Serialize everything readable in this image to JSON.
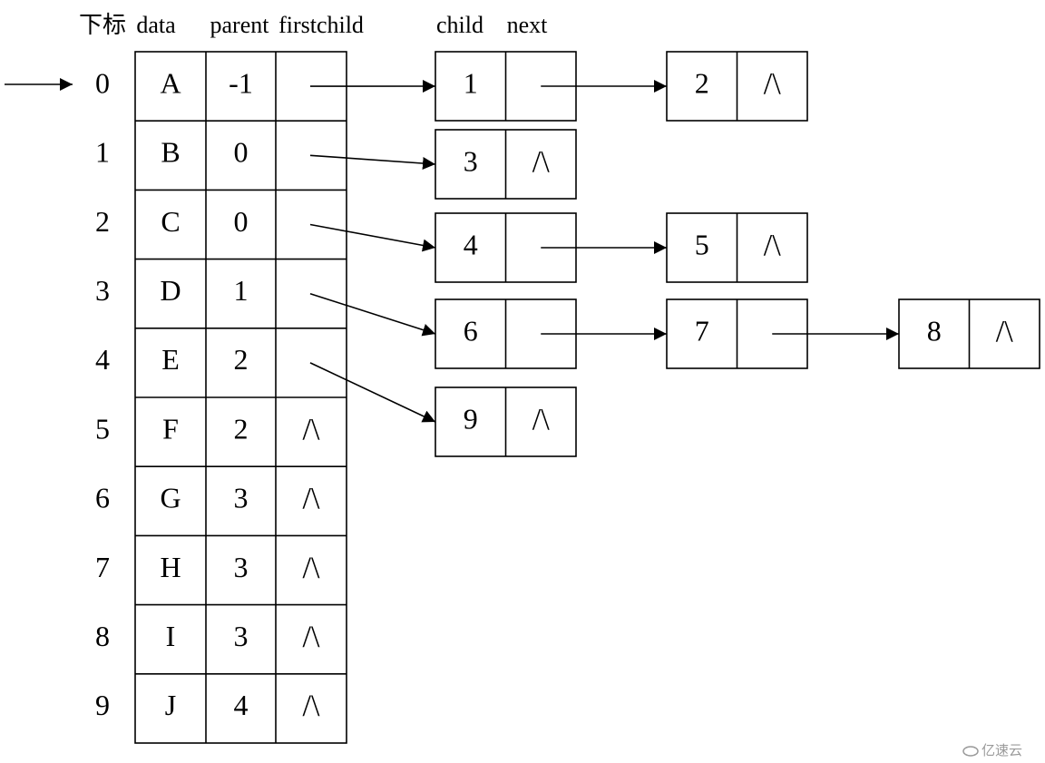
{
  "headers": {
    "index": "下标",
    "data": "data",
    "parent": "parent",
    "firstchild": "firstchild",
    "child": "child",
    "next": "next"
  },
  "null_symbol": "/\\",
  "table_rows": [
    {
      "index": "0",
      "data": "A",
      "parent": "-1",
      "has_child": true
    },
    {
      "index": "1",
      "data": "B",
      "parent": "0",
      "has_child": true
    },
    {
      "index": "2",
      "data": "C",
      "parent": "0",
      "has_child": true
    },
    {
      "index": "3",
      "data": "D",
      "parent": "1",
      "has_child": true
    },
    {
      "index": "4",
      "data": "E",
      "parent": "2",
      "has_child": true
    },
    {
      "index": "5",
      "data": "F",
      "parent": "2",
      "has_child": false
    },
    {
      "index": "6",
      "data": "G",
      "parent": "3",
      "has_child": false
    },
    {
      "index": "7",
      "data": "H",
      "parent": "3",
      "has_child": false
    },
    {
      "index": "8",
      "data": "I",
      "parent": "3",
      "has_child": false
    },
    {
      "index": "9",
      "data": "J",
      "parent": "4",
      "has_child": false
    }
  ],
  "child_lists": [
    {
      "row": 0,
      "children": [
        "1",
        "2"
      ]
    },
    {
      "row": 1,
      "children": [
        "3"
      ]
    },
    {
      "row": 2,
      "children": [
        "4",
        "5"
      ]
    },
    {
      "row": 3,
      "children": [
        "6",
        "7",
        "8"
      ]
    },
    {
      "row": 4,
      "children": [
        "9"
      ]
    }
  ],
  "watermark": "亿速云"
}
